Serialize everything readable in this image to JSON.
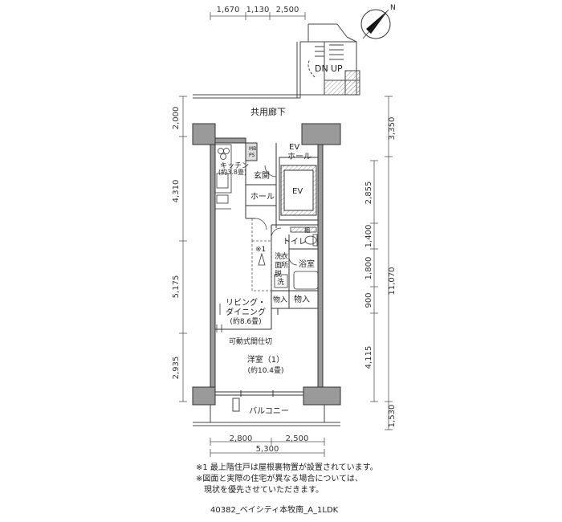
{
  "dimensions": {
    "top": [
      "1,670",
      "1,130",
      "2,500"
    ],
    "left": [
      "2,000",
      "4,310",
      "5,175",
      "2,935"
    ],
    "right_outer": [
      "3,350",
      "11,070",
      "1,530"
    ],
    "right_inner": [
      "2,855",
      "1,400",
      "1,800",
      "900",
      "4,115"
    ],
    "bottom_parts": [
      "2,800",
      "2,500"
    ],
    "bottom_total": "5,300"
  },
  "rooms": {
    "corridor": "共用廊下",
    "kitchen": "キッチン",
    "kitchen_size": "(約3.8畳)",
    "mb": "MB",
    "ps": "PS",
    "ev_hall_1": "EV",
    "ev_hall_2": "ホール",
    "entrance": "玄関",
    "hall": "ホール",
    "ev": "EV",
    "toilet": "トイレ",
    "storage_small": "棚",
    "note_mark": "※1",
    "dressing_1": "洗",
    "dressing_2": "面",
    "dressing_3": "脱",
    "dressing_4": "衣",
    "dressing_5": "所",
    "bath": "浴室",
    "washer": "洗",
    "storage_a": "物入",
    "storage_b": "物入",
    "living_1": "リビング・",
    "living_2": "ダイニング",
    "living_size": "(約8.6畳)",
    "partition": "可動式間仕切",
    "western": "洋室（1）",
    "western_size": "(約10.4畳)",
    "balcony": "バルコニー",
    "dn": "DN",
    "up": "UP",
    "north": "N"
  },
  "notes": [
    "※1 最上階住戸は屋根裏物置が設置されています。",
    "※図面と実際の住宅が異なる場合については、",
    "　現状を優先させていただきます。"
  ],
  "plan_id": "40382_ベイシティ本牧南_A_1LDK"
}
